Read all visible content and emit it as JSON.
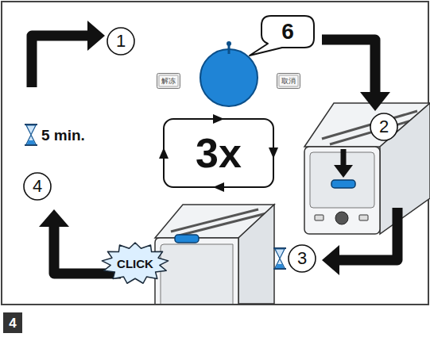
{
  "diagram": {
    "nodes": [
      {
        "text": [
          "1"
        ]
      },
      {
        "text": [
          "6"
        ]
      },
      {
        "text": [
          "解冻"
        ]
      },
      {
        "text": [
          "取消"
        ]
      },
      {
        "text": [
          "2"
        ]
      },
      {
        "text": [
          "3x"
        ]
      },
      {
        "text": [
          "4"
        ]
      },
      {
        "text": [
          "3"
        ]
      },
      {
        "text": [
          "CLICK"
        ]
      },
      {
        "text": [
          "4"
        ]
      }
    ],
    "labels": [
      "5 min."
    ]
  }
}
